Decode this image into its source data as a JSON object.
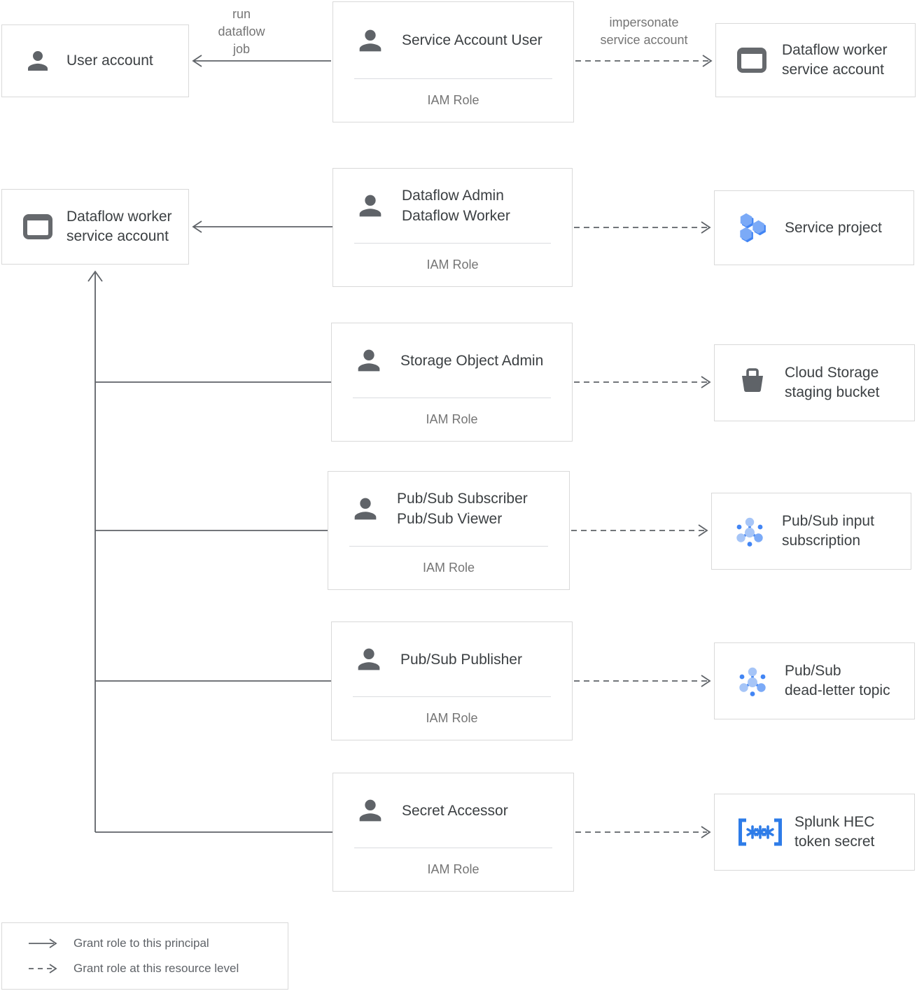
{
  "edge_labels": {
    "run_dataflow_job": "run\ndataflow\njob",
    "impersonate": "impersonate\nservice account"
  },
  "principals": {
    "user_account": "User account",
    "dataflow_worker_sa": "Dataflow worker\nservice account"
  },
  "iam_roles": [
    {
      "title": "Service Account User",
      "role_label": "IAM Role"
    },
    {
      "title": "Dataflow Admin\nDataflow Worker",
      "role_label": "IAM Role"
    },
    {
      "title": "Storage Object Admin",
      "role_label": "IAM Role"
    },
    {
      "title": "Pub/Sub Subscriber\nPub/Sub Viewer",
      "role_label": "IAM Role"
    },
    {
      "title": "Pub/Sub Publisher",
      "role_label": "IAM Role"
    },
    {
      "title": "Secret Accessor",
      "role_label": "IAM Role"
    }
  ],
  "resources": [
    {
      "label": "Dataflow worker\nservice account",
      "icon": "service-account-icon"
    },
    {
      "label": "Service project",
      "icon": "project-hexagons-icon"
    },
    {
      "label": "Cloud Storage\nstaging bucket",
      "icon": "storage-bucket-icon"
    },
    {
      "label": "Pub/Sub input\nsubscription",
      "icon": "pubsub-icon"
    },
    {
      "label": "Pub/Sub\ndead-letter topic",
      "icon": "pubsub-icon"
    },
    {
      "label": "Splunk HEC\ntoken secret",
      "icon": "secret-manager-icon"
    }
  ],
  "legend": {
    "items": [
      {
        "label": "Grant role to this principal",
        "line": "solid"
      },
      {
        "label": "Grant role at this resource level",
        "line": "dashed"
      }
    ]
  },
  "colors": {
    "google_blue": "#4285f4",
    "light_blue": "#a6c5f7",
    "icon_gray": "#5f6368",
    "line_gray": "#5f6368",
    "border_gray": "#d9d9d9"
  }
}
